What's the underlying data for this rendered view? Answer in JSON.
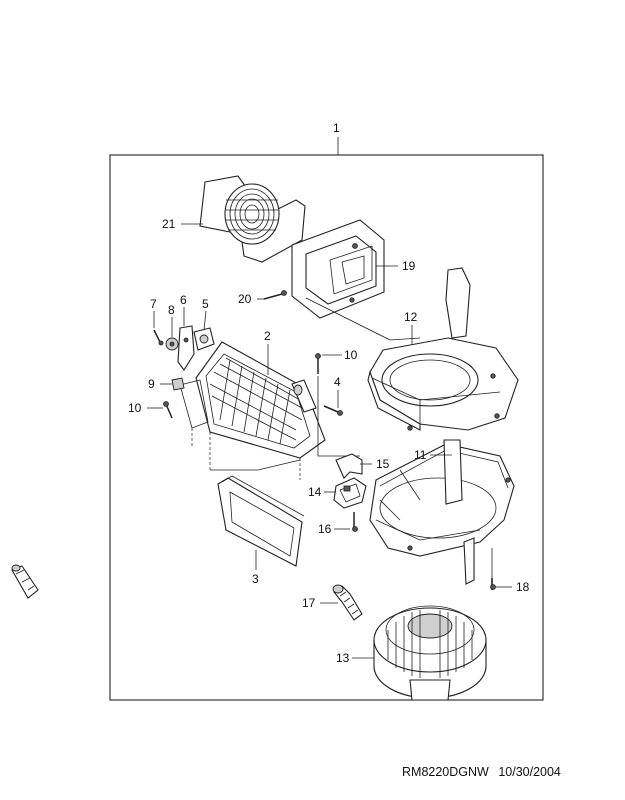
{
  "callouts": [
    {
      "id": "c1",
      "text": "1"
    },
    {
      "id": "c2",
      "text": "2"
    },
    {
      "id": "c3",
      "text": "3"
    },
    {
      "id": "c4",
      "text": "4"
    },
    {
      "id": "c5",
      "text": "5"
    },
    {
      "id": "c6",
      "text": "6"
    },
    {
      "id": "c7",
      "text": "7"
    },
    {
      "id": "c8",
      "text": "8"
    },
    {
      "id": "c9",
      "text": "9"
    },
    {
      "id": "c10a",
      "text": "10"
    },
    {
      "id": "c10b",
      "text": "10"
    },
    {
      "id": "c11",
      "text": "11"
    },
    {
      "id": "c12",
      "text": "12"
    },
    {
      "id": "c13",
      "text": "13"
    },
    {
      "id": "c14",
      "text": "14"
    },
    {
      "id": "c15",
      "text": "15"
    },
    {
      "id": "c16",
      "text": "16"
    },
    {
      "id": "c17",
      "text": "17"
    },
    {
      "id": "c18",
      "text": "18"
    },
    {
      "id": "c19",
      "text": "19"
    },
    {
      "id": "c20",
      "text": "20"
    },
    {
      "id": "c21",
      "text": "21"
    }
  ],
  "footer": {
    "drawing_code": "RM8220DGNW",
    "date": "10/30/2004"
  }
}
